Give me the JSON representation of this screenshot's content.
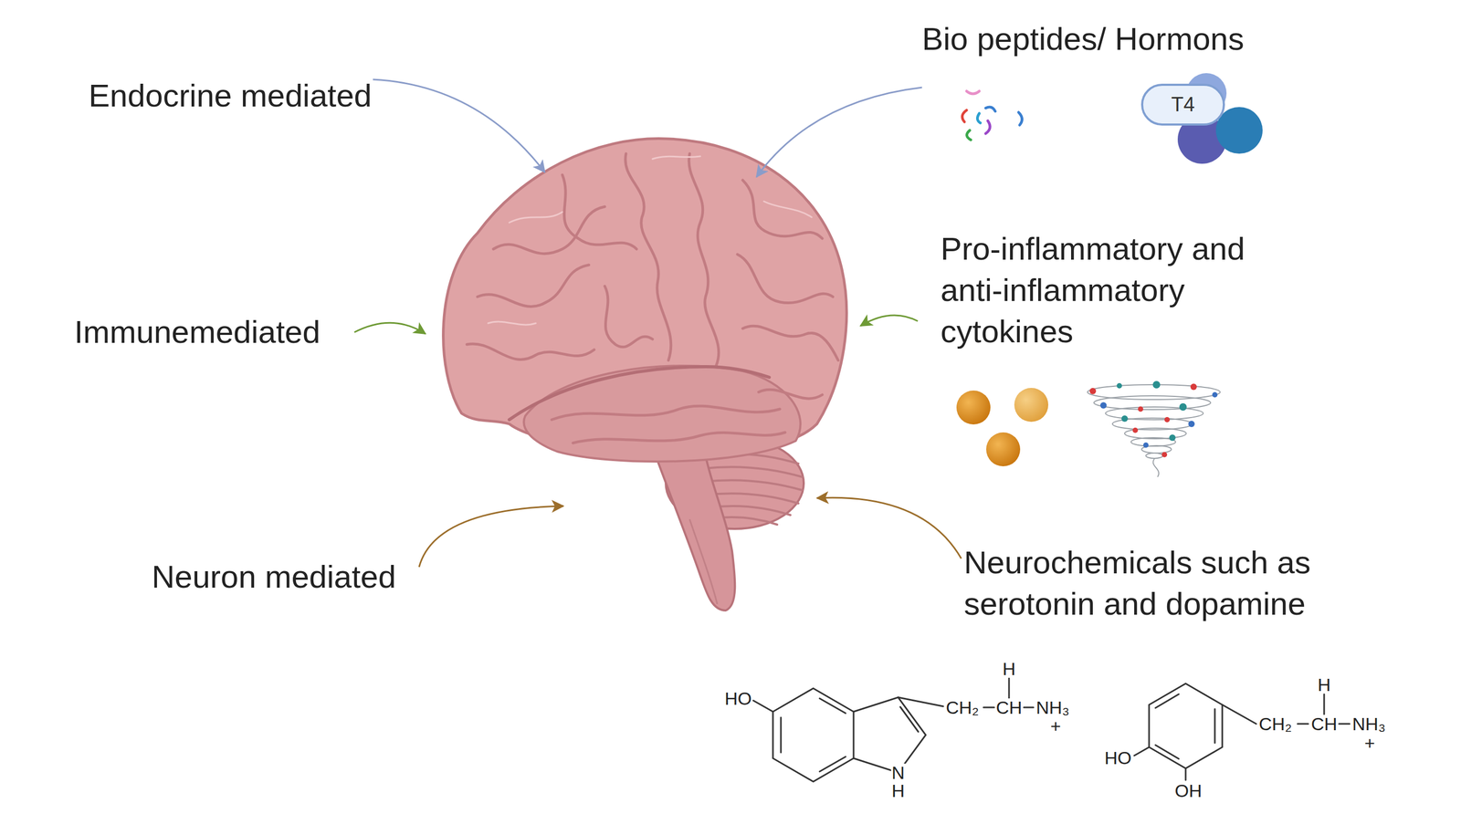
{
  "diagram": {
    "nodes": [
      {
        "text": [
          "T4"
        ]
      }
    ],
    "labels": [
      "Endocrine mediated",
      "Bio peptides/ Hormons",
      "Immunemediated",
      "Pro-inflammatory and anti-inflammatory cytokines",
      "Neuron mediated",
      "Neurochemicals such as serotonin and dopamine",
      "HO",
      "H",
      "CH₂",
      "CH",
      "NH₃",
      "+",
      "N",
      "H",
      "H",
      "CH₂",
      "CH",
      "NH₃",
      "+",
      "HO",
      "OH"
    ]
  }
}
